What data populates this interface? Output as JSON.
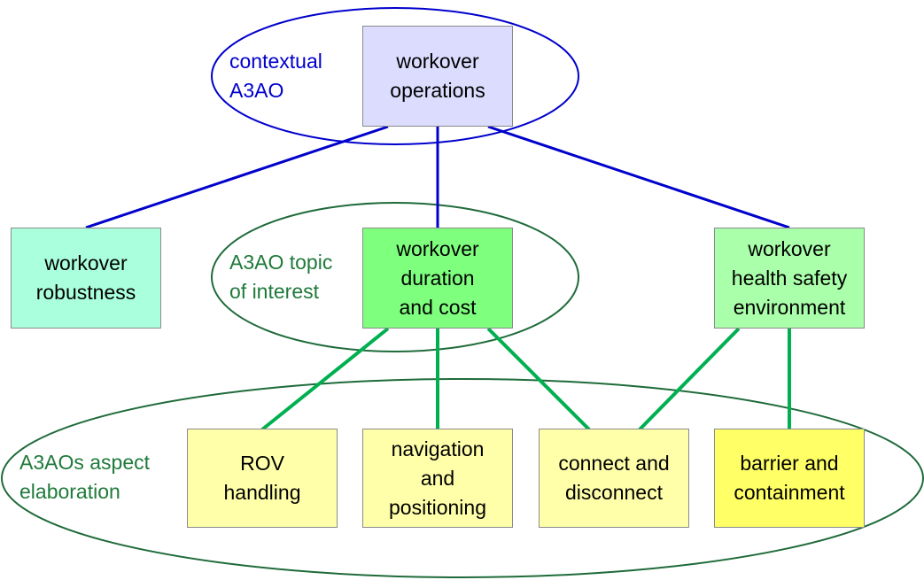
{
  "colors": {
    "context_line": "#0000cc",
    "aspect_line": "#00b050",
    "context_ellipse": "#0000cc",
    "topic_ellipse": "#1f6b3a",
    "aspect_ellipse": "#1f6b3a",
    "context_label": "#0000cc",
    "green_label": "#1f7a3a"
  },
  "labels": {
    "contextual": "contextual\nA3AO",
    "topic": "A3AO topic\nof interest",
    "aspect": "A3AOs aspect\nelaboration"
  },
  "boxes": {
    "operations": {
      "text": "workover\noperations",
      "fill": "#dcdcff"
    },
    "robustness": {
      "text": "workover\nrobustness",
      "fill": "#aaffdd"
    },
    "duration": {
      "text": "workover\nduration\nand cost",
      "fill": "#7eff7e"
    },
    "hse": {
      "text": "workover\nhealth safety\nenvironment",
      "fill": "#aaffaa"
    },
    "rov": {
      "text": "ROV\nhandling",
      "fill": "#ffff aa"
    },
    "navigation": {
      "text": "navigation\nand\npositioning",
      "fill": "#ffffaa"
    },
    "connect": {
      "text": "connect and\ndisconnect",
      "fill": "#ffffaa"
    },
    "barrier": {
      "text": "barrier and\ncontainment",
      "fill": "#ffff66"
    }
  }
}
